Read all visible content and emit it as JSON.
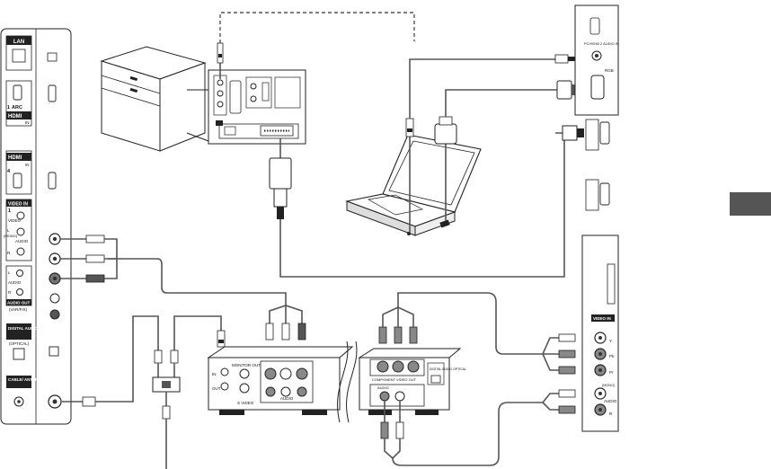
{
  "tv_panel": {
    "lan": "LAN",
    "hdmi_arc_number": "1",
    "hdmi_arc": "ARC",
    "hdmi_logo": "HDMI",
    "hdmi_in": "IN",
    "hdmi4_number": "4",
    "video_in": "VIDEO IN",
    "video_in_number": "1",
    "video": "VIDEO",
    "l_mono": "L",
    "mono": "(MONO)",
    "audio": "AUDIO",
    "r": "R",
    "audio_block_l": "L",
    "audio_block_label": "AUDIO",
    "audio_block_r": "R",
    "audio_out": "AUDIO OUT",
    "var_fix": "(VAR/FIX)",
    "digital_audio_out": "DIGITAL AUDIO OUT",
    "optical": "(OPTICAL)",
    "cable_antenna": "CABLE/ ANTENNA"
  },
  "right_panel": {
    "pc_hdmi_audio_in": "PC/HDMI 2 AUDIO IN",
    "rgb": "RGB",
    "video_in_2": "VIDEO IN",
    "y": "Y",
    "pb": "Pb",
    "pr": "Pr",
    "mono": "(MONO)",
    "audio": "AUDIO",
    "r": "R"
  },
  "vcr": {
    "monitor_out": "MONITOR OUT",
    "in": "IN",
    "out": "OUT",
    "s_video": "S VIDEO",
    "audio": "AUDIO"
  },
  "player": {
    "component_video_out": "COMPONENT VIDEO OUT",
    "audio": "AUDIO",
    "digital_audio": "DIGITAL AUDIO OPTICAL"
  },
  "side_tab": {
    "color": "#555555"
  }
}
